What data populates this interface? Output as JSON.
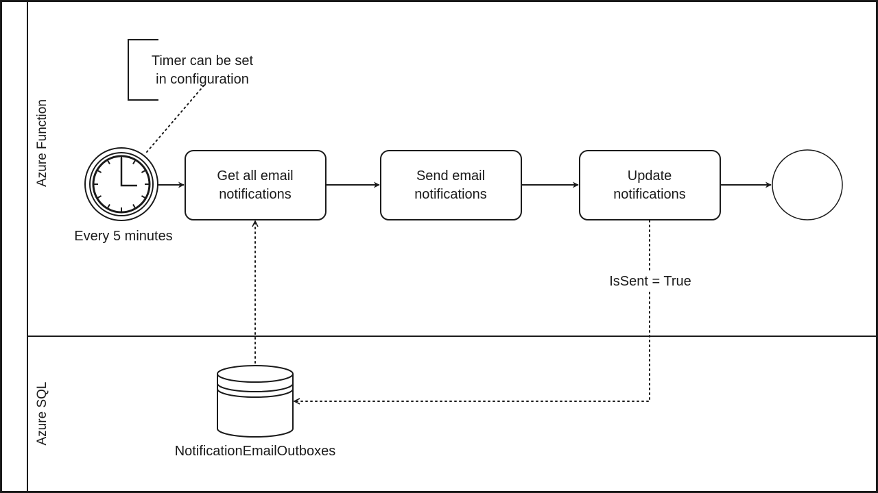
{
  "lanes": {
    "top": {
      "label": "Azure Function"
    },
    "bottom": {
      "label": "Azure SQL"
    }
  },
  "annotation": {
    "line1": "Timer can be set",
    "line2": "in configuration"
  },
  "timer": {
    "label": "Every 5 minutes"
  },
  "tasks": [
    {
      "line1": "Get all email",
      "line2": "notifications"
    },
    {
      "line1": "Send email",
      "line2": "notifications"
    },
    {
      "line1": "Update",
      "line2": "notifications"
    }
  ],
  "edge_label": "IsSent = True",
  "datastore": {
    "label": "NotificationEmailOutboxes"
  },
  "colors": {
    "stroke": "#1a1a1a",
    "background": "#ffffff"
  }
}
